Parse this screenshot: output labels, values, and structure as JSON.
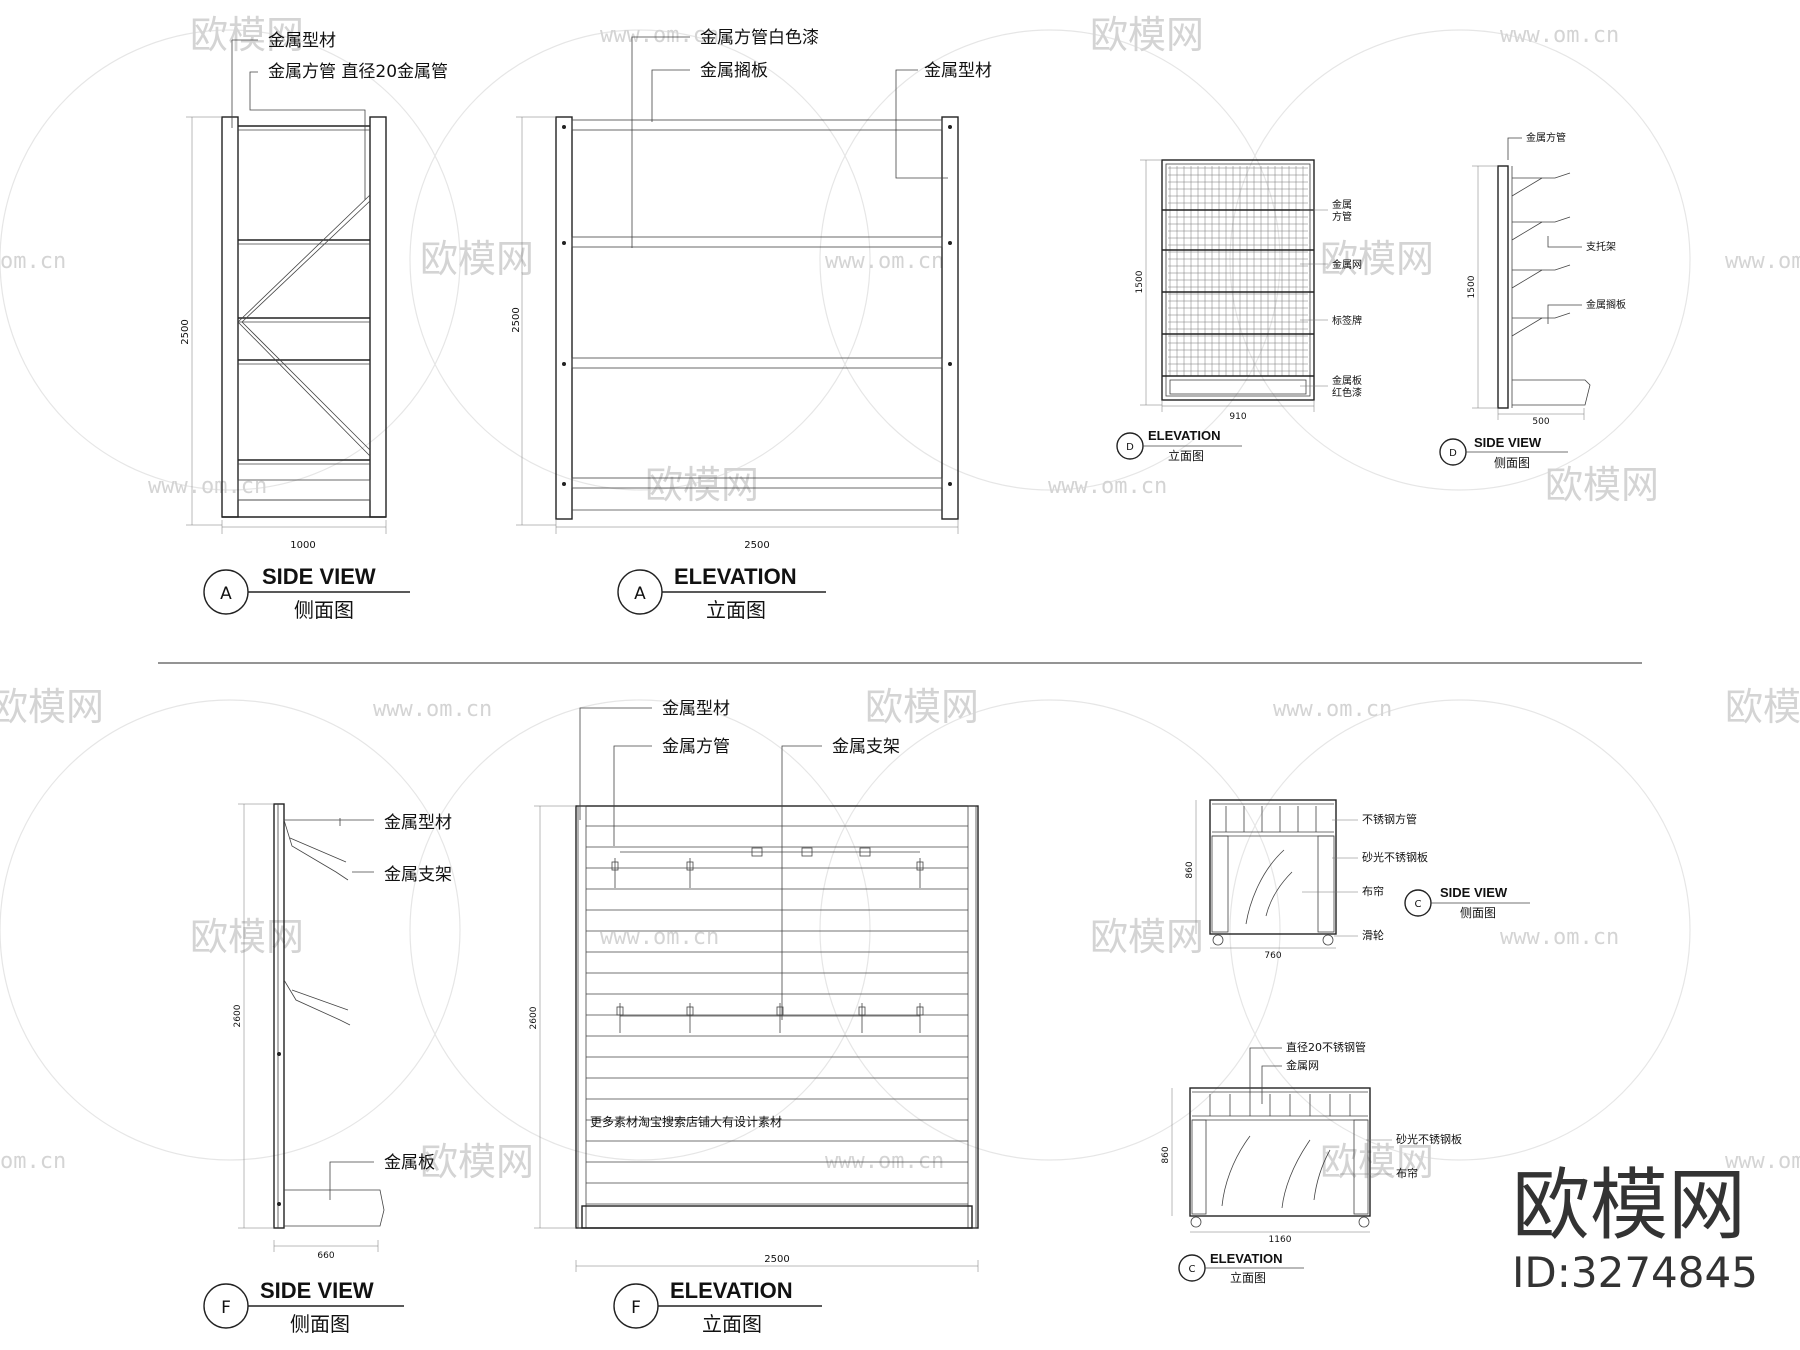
{
  "views": {
    "A_side": {
      "marker": "A",
      "title_en": "SIDE VIEW",
      "title_cn": "侧面图",
      "callouts": [
        "金属型材",
        "金属方管 直径20金属管"
      ],
      "dim_height": "2500",
      "dim_width": "1000"
    },
    "A_elev": {
      "marker": "A",
      "title_en": "ELEVATION",
      "title_cn": "立面图",
      "callouts": [
        "金属方管白色漆",
        "金属搁板",
        "金属型材"
      ],
      "dim_height": "2500",
      "dim_width": "2500"
    },
    "D_elev": {
      "marker": "D",
      "title_en": "ELEVATION",
      "title_cn": "立面图",
      "callouts": [
        "金属",
        "方管",
        "金属网",
        "标签牌",
        "金属板",
        "红色漆"
      ],
      "dim_height": "1500",
      "dim_width": "910"
    },
    "D_side": {
      "marker": "D",
      "title_en": "SIDE VIEW",
      "title_cn": "侧面图",
      "callouts": [
        "金属方管",
        "支托架",
        "金属搁板"
      ],
      "dim_height": "1500",
      "dim_width": "500"
    },
    "F_side": {
      "marker": "F",
      "title_en": "SIDE VIEW",
      "title_cn": "侧面图",
      "callouts": [
        "金属型材",
        "金属支架",
        "金属板"
      ],
      "dim_height": "2600",
      "dim_width": "660"
    },
    "F_elev": {
      "marker": "F",
      "title_en": "ELEVATION",
      "title_cn": "立面图",
      "callouts": [
        "金属型材",
        "金属方管",
        "金属支架"
      ],
      "note": "更多素材淘宝搜索店铺大有设计素材",
      "dim_height": "2600",
      "dim_width": "2500"
    },
    "C_side": {
      "marker": "C",
      "title_en": "SIDE VIEW",
      "title_cn": "侧面图",
      "callouts": [
        "不锈钢方管",
        "砂光不锈钢板",
        "布帘",
        "滑轮"
      ],
      "dim_height": "860",
      "dim_width": "760"
    },
    "C_elev": {
      "marker": "C",
      "title_en": "ELEVATION",
      "title_cn": "立面图",
      "callouts": [
        "直径20不锈钢管",
        "金属网",
        "砂光不锈钢板",
        "布帘"
      ],
      "dim_height": "860",
      "dim_width": "1160"
    }
  },
  "watermark": {
    "brand": "欧模网",
    "url": "www.om.cn",
    "url_partial": "om.cn",
    "brand_partial": "欧模网",
    "logo_text": "欧模网",
    "id_text": "ID:3274845"
  },
  "colors": {
    "line": "#222222",
    "watermark": "#d4d4d4",
    "background": "#ffffff"
  }
}
